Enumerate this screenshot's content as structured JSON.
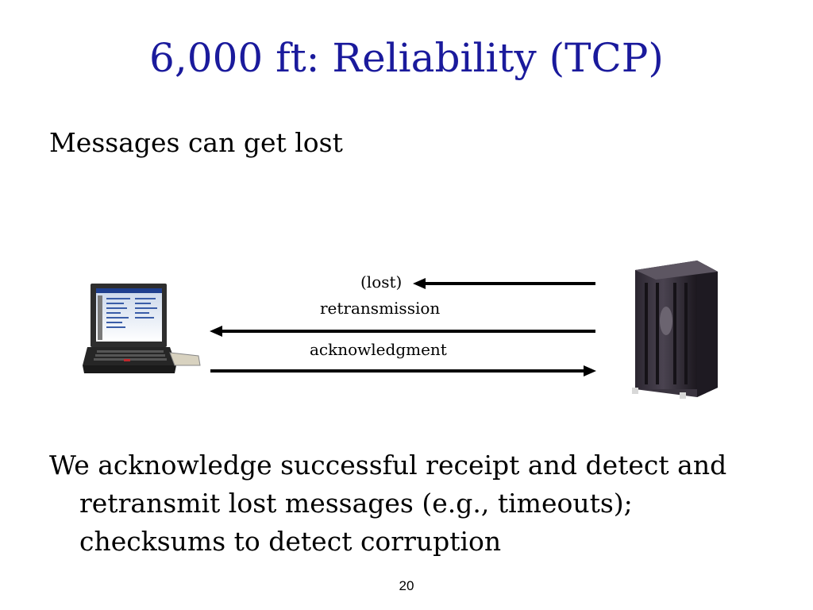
{
  "slide": {
    "title": "6,000 ft: Reliability (TCP)",
    "bullet_top": "Messages can get lost",
    "bullet_bottom": "We acknowledge successful receipt and detect and retransmit lost messages (e.g., timeouts); checksums to detect corruption",
    "page_number": "20"
  },
  "diagram": {
    "label_lost": "(lost)",
    "label_retransmission": "retransmission",
    "label_acknowledgment": "acknowledgment"
  },
  "icons": {
    "client": "laptop-icon",
    "server": "server-tower-icon"
  },
  "colors": {
    "title": "#1a1a9c",
    "text": "#000000"
  }
}
